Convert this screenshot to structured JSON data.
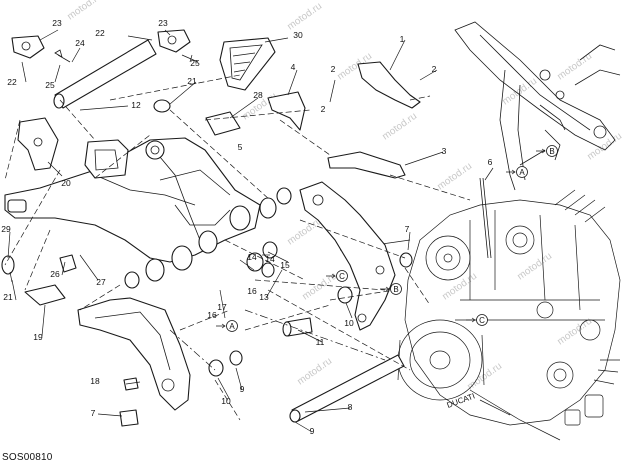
{
  "drawing_code": "SOS00810",
  "watermark_text": "motod.ru",
  "callouts": [
    "1",
    "2",
    "2",
    "2",
    "3",
    "4",
    "5",
    "6",
    "7",
    "7",
    "8",
    "9",
    "9",
    "10",
    "10",
    "11",
    "12",
    "13",
    "14",
    "14",
    "15",
    "16",
    "16",
    "17",
    "18",
    "19",
    "20",
    "21",
    "21",
    "22",
    "22",
    "23",
    "23",
    "24",
    "25",
    "25",
    "26",
    "27",
    "28",
    "29",
    "30"
  ],
  "reference_marks": [
    "A",
    "A",
    "B",
    "B",
    "C",
    "C"
  ],
  "colors": {
    "line": "#1a1a1a",
    "background": "#ffffff",
    "watermark": "#c8c8c8"
  }
}
